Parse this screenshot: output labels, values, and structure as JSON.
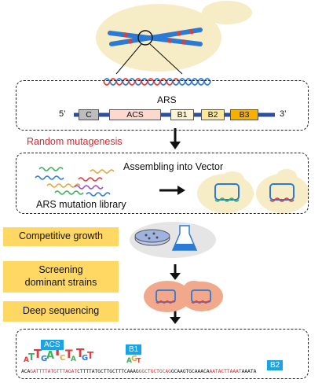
{
  "ars_label": "ARS",
  "five_prime": "5’",
  "three_prime": "3’",
  "elements": [
    {
      "label": "C",
      "color": "#bdbdbd"
    },
    {
      "label": "ACS",
      "color": "#fbd9cf"
    },
    {
      "label": "B1",
      "color": "#fdf4d2"
    },
    {
      "label": "B2",
      "color": "#fde79a"
    },
    {
      "label": "B3",
      "color": "#f5b000"
    }
  ],
  "random_mutagenesis": "Random mutagenesis",
  "assembling_into_vector": "Assembling into Vector",
  "ars_mutation_library": "ARS mutation library",
  "steps": [
    "Competitive growth",
    "Screening dominant strains",
    "Deep sequencing"
  ],
  "motif_tags": [
    "ACS",
    "B1",
    "B2"
  ],
  "sequence": [
    {
      "t": "ACA",
      "red": false
    },
    {
      "t": "GATTTTATGTTTAGAT",
      "red": true
    },
    {
      "t": "CTTTTATGCTTGCTTTCAAAG",
      "red": false
    },
    {
      "t": "GGCTGCTGCAG",
      "red": true
    },
    {
      "t": "GCAAGTGCAAACA",
      "red": false
    },
    {
      "t": "AATACTTAAAT",
      "red": true
    },
    {
      "t": "AAATA",
      "red": false
    }
  ],
  "colors": {
    "accent_step": "#ffd863",
    "tag": "#1aa3e8",
    "mutagenesis_text": "#e3262d",
    "cell": "#f6ecc6"
  }
}
